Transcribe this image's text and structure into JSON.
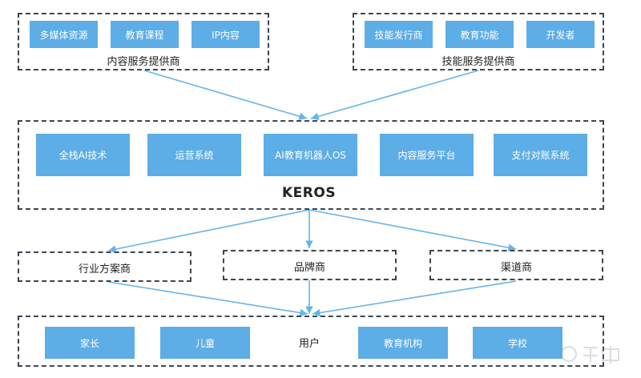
{
  "content_provider": {
    "label": "内容服务提供商",
    "items": [
      "多媒体资源",
      "教育课程",
      "IP内容"
    ]
  },
  "skill_provider": {
    "label": "技能服务提供商",
    "items": [
      "技能发行商",
      "教育功能",
      "开发者"
    ]
  },
  "keros": {
    "title": "KEROS",
    "items": [
      "全栈AI技术",
      "运营系统",
      "AI教育机器人OS",
      "内容服务平台",
      "支付对账系统"
    ]
  },
  "channels": [
    "行业方案商",
    "品牌商",
    "渠道商"
  ],
  "users": {
    "label": "用户",
    "items": [
      "家长",
      "儿童",
      "教育机构",
      "学校"
    ]
  },
  "colors": {
    "box_fill": "#5dade6",
    "arrow": "#66b4e8",
    "dash": "#3e4650"
  }
}
